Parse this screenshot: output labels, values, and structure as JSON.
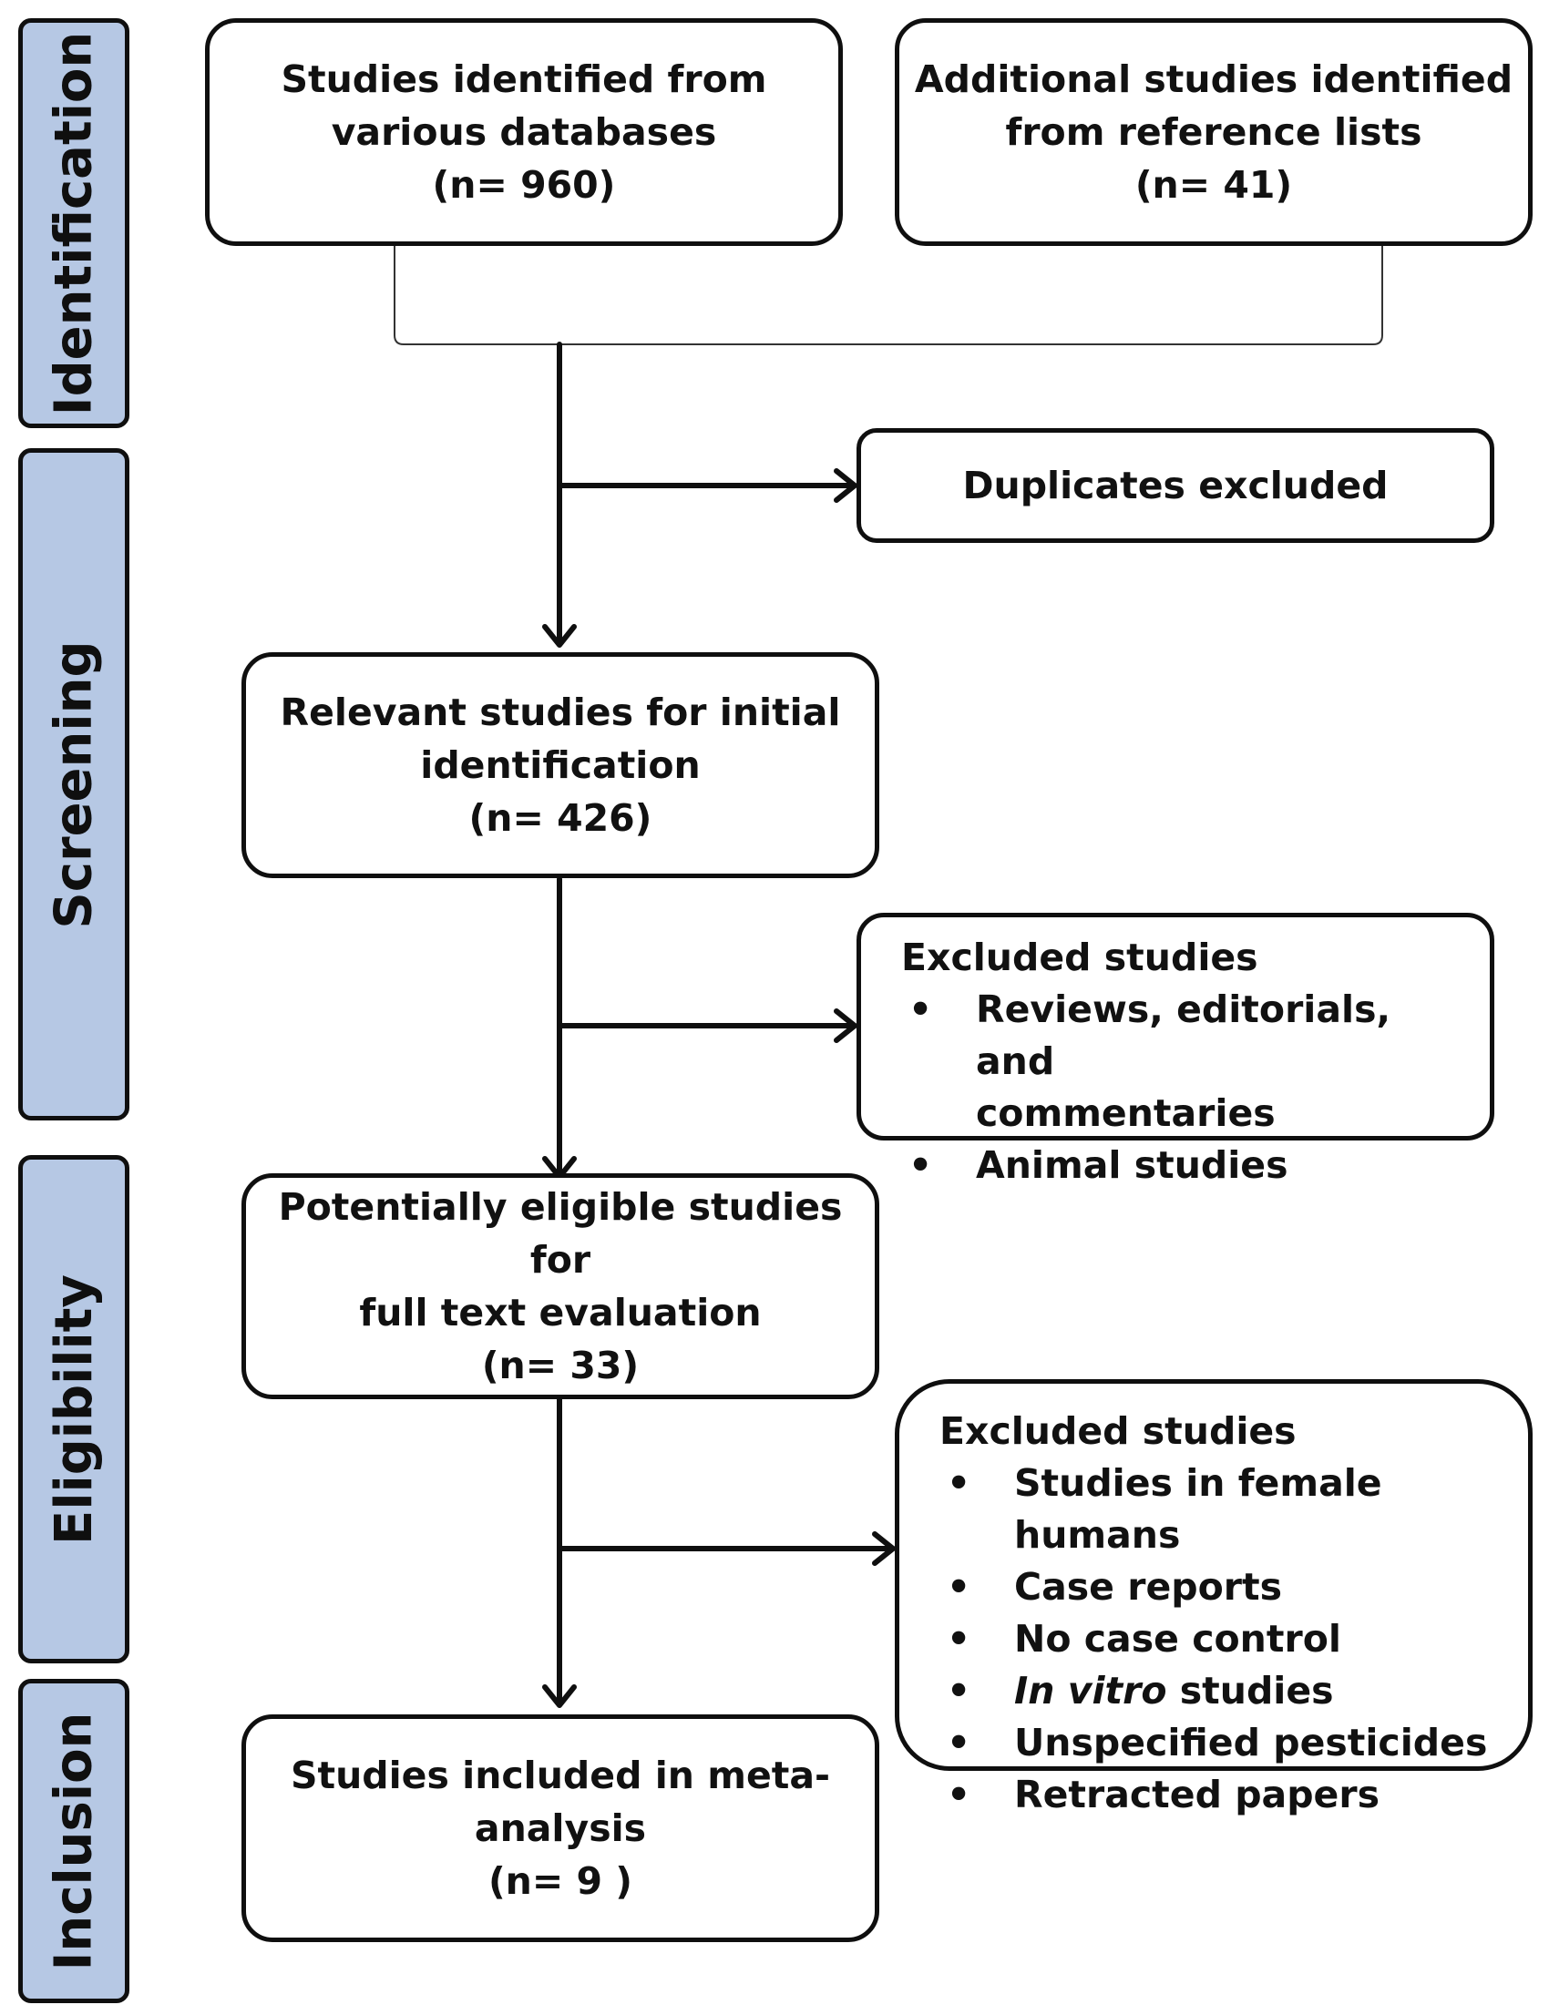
{
  "phases": {
    "identification": "Identification",
    "screening": "Screening",
    "eligibility": "Eligibility",
    "inclusion": "Inclusion"
  },
  "boxes": {
    "databases": {
      "line1": "Studies identified from",
      "line2": "various databases",
      "count": "(n= 960)"
    },
    "references": {
      "line1": "Additional studies identified",
      "line2": "from reference lists",
      "count": "(n=  41)"
    },
    "duplicates": {
      "label": "Duplicates excluded"
    },
    "initial": {
      "line1": "Relevant studies for initial",
      "line2": "identification",
      "count": "(n= 426)"
    },
    "excluded_screening": {
      "heading": "Excluded studies",
      "items": [
        "Reviews, editorials, and",
        "commentaries",
        "Animal studies"
      ]
    },
    "eligible": {
      "line1": "Potentially eligible studies for",
      "line2": "full text evaluation",
      "count": "(n=  33)"
    },
    "excluded_eligibility": {
      "heading": "Excluded studies",
      "items": [
        "Studies in female humans",
        "Case reports",
        "No case control",
        "In vitro",
        "studies",
        "Unspecified pesticides",
        "Retracted papers"
      ]
    },
    "included": {
      "line1": "Studies included in meta-",
      "line2": "analysis",
      "count": "(n= 9 )"
    }
  },
  "colors": {
    "phase_fill": "#b6c8e4",
    "stroke": "#0f0f0f"
  }
}
